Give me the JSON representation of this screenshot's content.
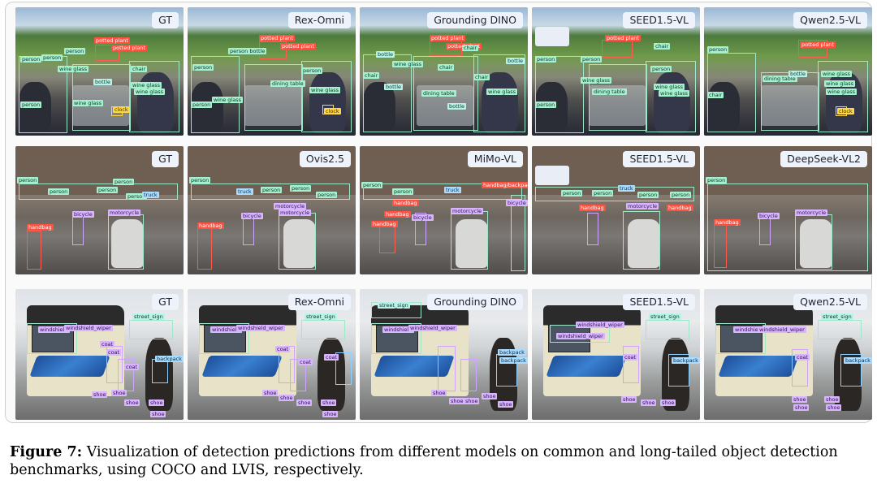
{
  "figure": {
    "caption_label": "Figure 7:",
    "caption_text": " Visualization of detection predictions from different models on common and long-tailed object detection benchmarks, using COCO and LVIS, respectively.",
    "rows": [
      {
        "scene": "cafe",
        "panels": [
          {
            "model": "GT",
            "redacted": false
          },
          {
            "model": "Rex-Omni",
            "redacted": false
          },
          {
            "model": "Grounding DINO",
            "redacted": false
          },
          {
            "model": "SEED1.5-VL",
            "redacted": true
          },
          {
            "model": "Qwen2.5-VL",
            "redacted": false
          }
        ],
        "tags": [
          "person",
          "potted plant",
          "chair",
          "wine glass",
          "bottle",
          "dining table",
          "clock",
          "person bottle",
          "wine glass"
        ]
      },
      {
        "scene": "street",
        "panels": [
          {
            "model": "GT",
            "redacted": false
          },
          {
            "model": "Ovis2.5",
            "redacted": false
          },
          {
            "model": "MiMo-VL",
            "redacted": false
          },
          {
            "model": "SEED1.5-VL",
            "redacted": true
          },
          {
            "model": "DeepSeek-VL2",
            "redacted": false
          }
        ],
        "tags": [
          "person",
          "truck",
          "handbag",
          "bicycle",
          "motorcycle",
          "handbag/backpack"
        ]
      },
      {
        "scene": "bus",
        "panels": [
          {
            "model": "GT",
            "redacted": false
          },
          {
            "model": "Rex-Omni",
            "redacted": false
          },
          {
            "model": "Grounding DINO",
            "redacted": false
          },
          {
            "model": "SEED1.5-VL",
            "redacted": false
          },
          {
            "model": "Qwen2.5-VL",
            "redacted": false
          }
        ],
        "tags": [
          "street_sign",
          "windshield",
          "windshield_wiper",
          "coat",
          "backpack",
          "shoe"
        ]
      }
    ]
  },
  "colors": {
    "green": "#a6f0cf",
    "red": "#ff5040",
    "purple": "#d9b4ff",
    "blue": "#a9dcff",
    "yellow": "#ffd84a"
  }
}
